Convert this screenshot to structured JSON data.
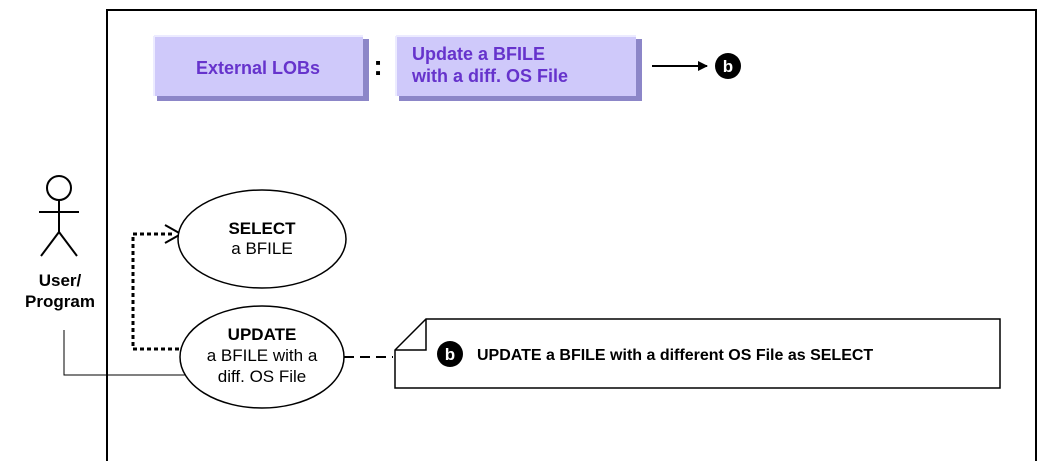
{
  "header": {
    "category_label": "External LOBs",
    "separator": ":",
    "title_line1": "Update a BFILE",
    "title_line2": "with a diff. OS File",
    "marker_letter": "b"
  },
  "actor": {
    "label_line1": "User/",
    "label_line2": "Program"
  },
  "use_cases": {
    "select": {
      "title": "SELECT",
      "line2": "a BFILE"
    },
    "update": {
      "title": "UPDATE",
      "line2": "a BFILE with a",
      "line3": "diff. OS File"
    }
  },
  "note": {
    "marker_letter": "b",
    "text": "UPDATE a BFILE with a different OS File as SELECT"
  },
  "colors": {
    "box_fill": "#cfc9fa",
    "box_text": "#6633cc",
    "line": "#000000",
    "background": "#ffffff"
  }
}
